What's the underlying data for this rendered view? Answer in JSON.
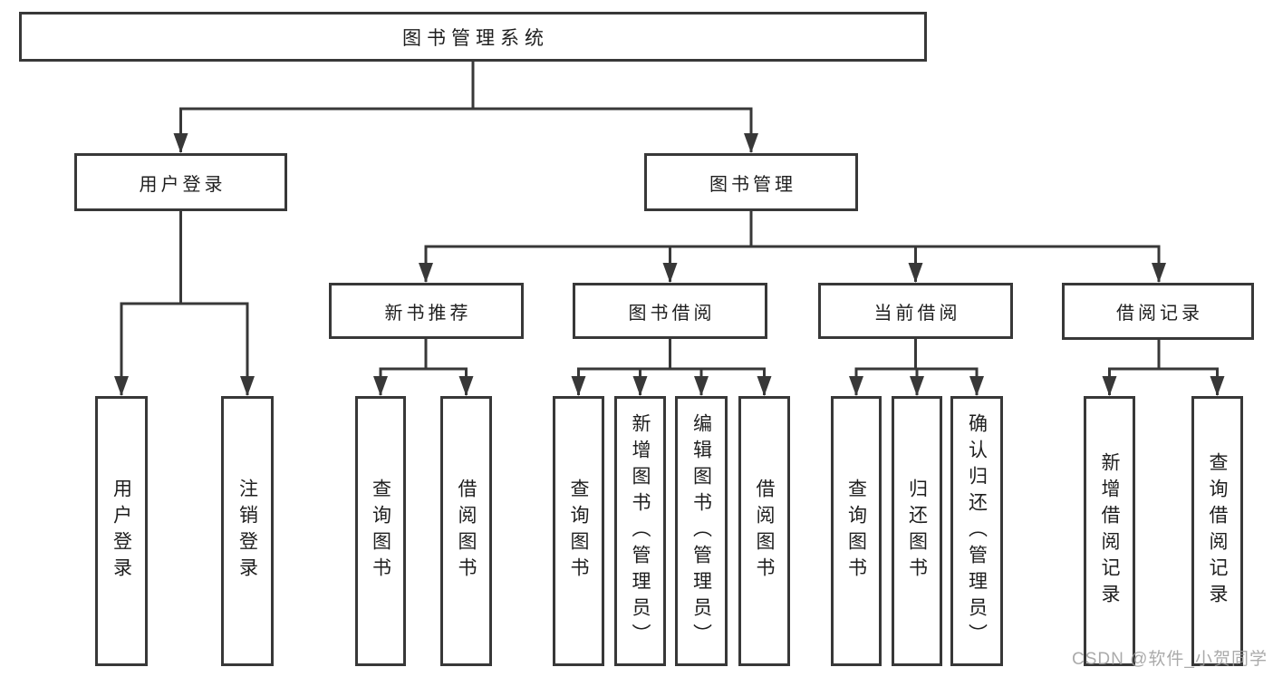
{
  "diagram": {
    "root": {
      "label": "图书管理系统"
    },
    "level2": [
      {
        "label": "用户登录"
      },
      {
        "label": "图书管理"
      }
    ],
    "level3": [
      {
        "label": "新书推荐"
      },
      {
        "label": "图书借阅"
      },
      {
        "label": "当前借阅"
      },
      {
        "label": "借阅记录"
      }
    ],
    "leaves": {
      "login": [
        "用户登录",
        "注销登录"
      ],
      "recommend": [
        "查询图书",
        "借阅图书"
      ],
      "borrow": [
        "查询图书",
        "新增图书（管理员）",
        "编辑图书（管理员）",
        "借阅图书"
      ],
      "current": [
        "查询图书",
        "归还图书",
        "确认归还（管理员）"
      ],
      "records": [
        "新增借阅记录",
        "查询借阅记录"
      ]
    }
  },
  "watermark": {
    "text": "CSDN @软件_小贺同学"
  },
  "colors": {
    "line": "#383838",
    "box_border": "#383838",
    "text": "#1e1e1e",
    "watermark": "#9c9c9c",
    "background": "#ffffff"
  }
}
